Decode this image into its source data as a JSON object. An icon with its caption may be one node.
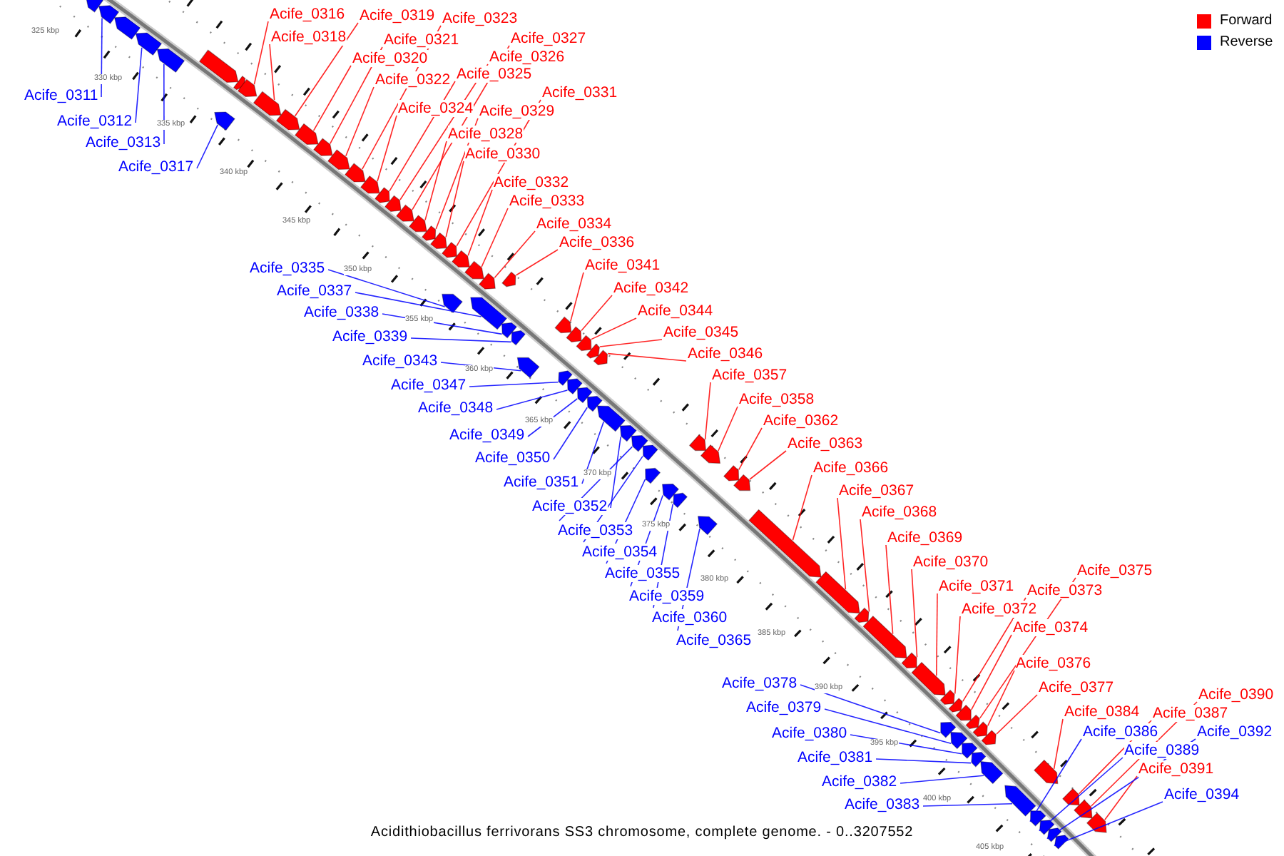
{
  "diagram": {
    "caption": "Acidithiobacillus ferrivorans SS3 chromosome, complete genome. - 0..3207552",
    "nodes": [
      {
        "text": [
          "Acife_0311"
        ]
      },
      {
        "text": [
          "Acife_0312"
        ]
      },
      {
        "text": [
          "Acife_0313"
        ]
      },
      {
        "text": [
          "Acife_0316"
        ]
      },
      {
        "text": [
          "Acife_0317"
        ]
      },
      {
        "text": [
          "Acife_0318"
        ]
      },
      {
        "text": [
          "Acife_0319"
        ]
      },
      {
        "text": [
          "Acife_0320"
        ]
      },
      {
        "text": [
          "Acife_0321"
        ]
      },
      {
        "text": [
          "Acife_0322"
        ]
      },
      {
        "text": [
          "Acife_0323"
        ]
      },
      {
        "text": [
          "Acife_0324"
        ]
      },
      {
        "text": [
          "Acife_0325"
        ]
      },
      {
        "text": [
          "Acife_0326"
        ]
      },
      {
        "text": [
          "Acife_0327"
        ]
      },
      {
        "text": [
          "Acife_0328"
        ]
      },
      {
        "text": [
          "Acife_0329"
        ]
      },
      {
        "text": [
          "Acife_0330"
        ]
      },
      {
        "text": [
          "Acife_0331"
        ]
      },
      {
        "text": [
          "Acife_0332"
        ]
      },
      {
        "text": [
          "Acife_0333"
        ]
      },
      {
        "text": [
          "Acife_0334"
        ]
      },
      {
        "text": [
          "Acife_0335"
        ]
      },
      {
        "text": [
          "Acife_0336"
        ]
      },
      {
        "text": [
          "Acife_0337"
        ]
      },
      {
        "text": [
          "Acife_0338"
        ]
      },
      {
        "text": [
          "Acife_0339"
        ]
      },
      {
        "text": [
          "Acife_0341"
        ]
      },
      {
        "text": [
          "Acife_0342"
        ]
      },
      {
        "text": [
          "Acife_0343"
        ]
      },
      {
        "text": [
          "Acife_0344"
        ]
      },
      {
        "text": [
          "Acife_0345"
        ]
      },
      {
        "text": [
          "Acife_0346"
        ]
      },
      {
        "text": [
          "Acife_0347"
        ]
      },
      {
        "text": [
          "Acife_0348"
        ]
      },
      {
        "text": [
          "Acife_0349"
        ]
      },
      {
        "text": [
          "Acife_0350"
        ]
      },
      {
        "text": [
          "Acife_0351"
        ]
      },
      {
        "text": [
          "Acife_0352"
        ]
      },
      {
        "text": [
          "Acife_0353"
        ]
      },
      {
        "text": [
          "Acife_0354"
        ]
      },
      {
        "text": [
          "Acife_0355"
        ]
      },
      {
        "text": [
          "Acife_0357"
        ]
      },
      {
        "text": [
          "Acife_0358"
        ]
      },
      {
        "text": [
          "Acife_0359"
        ]
      },
      {
        "text": [
          "Acife_0360"
        ]
      },
      {
        "text": [
          "Acife_0362"
        ]
      },
      {
        "text": [
          "Acife_0363"
        ]
      },
      {
        "text": [
          "Acife_0365"
        ]
      },
      {
        "text": [
          "Acife_0366"
        ]
      },
      {
        "text": [
          "Acife_0367"
        ]
      },
      {
        "text": [
          "Acife_0368"
        ]
      },
      {
        "text": [
          "Acife_0369"
        ]
      },
      {
        "text": [
          "Acife_0370"
        ]
      },
      {
        "text": [
          "Acife_0371"
        ]
      },
      {
        "text": [
          "Acife_0372"
        ]
      },
      {
        "text": [
          "Acife_0373"
        ]
      },
      {
        "text": [
          "Acife_0374"
        ]
      },
      {
        "text": [
          "Acife_0375"
        ]
      },
      {
        "text": [
          "Acife_0376"
        ]
      },
      {
        "text": [
          "Acife_0377"
        ]
      },
      {
        "text": [
          "Acife_0378"
        ]
      },
      {
        "text": [
          "Acife_0379"
        ]
      },
      {
        "text": [
          "Acife_0380"
        ]
      },
      {
        "text": [
          "Acife_0381"
        ]
      },
      {
        "text": [
          "Acife_0382"
        ]
      },
      {
        "text": [
          "Acife_0383"
        ]
      },
      {
        "text": [
          "Acife_0384"
        ]
      },
      {
        "text": [
          "Acife_0386"
        ]
      },
      {
        "text": [
          "Acife_0387"
        ]
      },
      {
        "text": [
          "Acife_0389"
        ]
      },
      {
        "text": [
          "Acife_0390"
        ]
      },
      {
        "text": [
          "Acife_0391"
        ]
      },
      {
        "text": [
          "Acife_0392"
        ]
      },
      {
        "text": [
          "Acife_0394"
        ]
      },
      {
        "text": [],
        "shape": "arrow"
      },
      {
        "text": [],
        "shape": "arrow"
      },
      {
        "text": [],
        "shape": "arrow"
      },
      {
        "text": [],
        "shape": "arrow"
      },
      {
        "text": [],
        "shape": "arrow"
      },
      {
        "text": [],
        "shape": "arrow"
      },
      {
        "text": [],
        "shape": "arrow"
      },
      {
        "text": [],
        "shape": "arrow"
      },
      {
        "text": [],
        "shape": "arrow"
      },
      {
        "text": [],
        "shape": "arrow"
      },
      {
        "text": [],
        "shape": "arrow"
      },
      {
        "text": [],
        "shape": "arrow"
      },
      {
        "text": [],
        "shape": "arrow"
      },
      {
        "text": [],
        "shape": "arrow"
      },
      {
        "text": [],
        "shape": "arrow"
      },
      {
        "text": [],
        "shape": "arrow"
      },
      {
        "text": [],
        "shape": "arrow"
      },
      {
        "text": [],
        "shape": "arrow"
      },
      {
        "text": [],
        "shape": "arrow"
      },
      {
        "text": [],
        "shape": "arrow"
      },
      {
        "text": [],
        "shape": "arrow"
      },
      {
        "text": [],
        "shape": "arrow"
      },
      {
        "text": [],
        "shape": "arrow"
      },
      {
        "text": [],
        "shape": "arrow"
      },
      {
        "text": [],
        "shape": "arrow"
      },
      {
        "text": [],
        "shape": "arrow"
      },
      {
        "text": [],
        "shape": "arrow"
      },
      {
        "text": [],
        "shape": "arrow"
      },
      {
        "text": [],
        "shape": "arrow"
      },
      {
        "text": [],
        "shape": "arrow"
      },
      {
        "text": [],
        "shape": "arrow"
      },
      {
        "text": [],
        "shape": "arrow"
      },
      {
        "text": [],
        "shape": "arrow"
      },
      {
        "text": [],
        "shape": "arrow"
      },
      {
        "text": [],
        "shape": "arrow"
      },
      {
        "text": [],
        "shape": "arrow"
      },
      {
        "text": [],
        "shape": "arrow"
      },
      {
        "text": [],
        "shape": "arrow"
      },
      {
        "text": [],
        "shape": "arrow"
      },
      {
        "text": [],
        "shape": "arrow"
      },
      {
        "text": [],
        "shape": "arrow"
      },
      {
        "text": [],
        "shape": "arrow"
      },
      {
        "text": [],
        "shape": "arrow"
      },
      {
        "text": [],
        "shape": "arrow"
      },
      {
        "text": [],
        "shape": "arrow"
      },
      {
        "text": [],
        "shape": "arrow"
      },
      {
        "text": [],
        "shape": "arrow"
      },
      {
        "text": [],
        "shape": "arrow"
      },
      {
        "text": [],
        "shape": "arrow"
      },
      {
        "text": [],
        "shape": "arrow"
      },
      {
        "text": [],
        "shape": "arrow"
      },
      {
        "text": [],
        "shape": "arrow"
      },
      {
        "text": [],
        "shape": "arrow"
      },
      {
        "text": [],
        "shape": "arrow"
      },
      {
        "text": [],
        "shape": "arrow"
      },
      {
        "text": [],
        "shape": "arrow"
      },
      {
        "text": [],
        "shape": "arrow"
      },
      {
        "text": [],
        "shape": "arrow"
      },
      {
        "text": [],
        "shape": "arrow"
      },
      {
        "text": [],
        "shape": "arrow"
      },
      {
        "text": [],
        "shape": "arrow"
      },
      {
        "text": [],
        "shape": "arrow"
      },
      {
        "text": [],
        "shape": "arrow"
      },
      {
        "text": [],
        "shape": "arrow"
      },
      {
        "text": [],
        "shape": "arrow"
      },
      {
        "text": [],
        "shape": "arrow"
      },
      {
        "text": [],
        "shape": "arrow"
      },
      {
        "text": [],
        "shape": "arrow"
      },
      {
        "text": [],
        "shape": "arrow"
      },
      {
        "text": [],
        "shape": "arrow"
      },
      {
        "text": [],
        "shape": "arrow"
      },
      {
        "text": [],
        "shape": "arrow"
      },
      {
        "text": [],
        "shape": "arrow"
      },
      {
        "text": [],
        "shape": "arrow"
      },
      {
        "text": [],
        "shape": "arrow"
      },
      {
        "text": [],
        "shape": "arrow"
      },
      {
        "text": [],
        "shape": "arrow"
      },
      {
        "text": [],
        "shape": "arrow"
      },
      {
        "text": [],
        "shape": "arrow"
      }
    ],
    "edges": [
      {
        "from": 0,
        "to": 76,
        "arrow": "none",
        "color": "#0000ff"
      },
      {
        "from": 1,
        "to": 78,
        "arrow": "none",
        "color": "#0000ff"
      },
      {
        "from": 2,
        "to": 79,
        "arrow": "none",
        "color": "#0000ff"
      },
      {
        "from": 3,
        "to": 83,
        "arrow": "none"
      },
      {
        "from": 4,
        "to": 82,
        "arrow": "none",
        "color": "#0000ff"
      },
      {
        "from": 5,
        "to": 84,
        "arrow": "none"
      },
      {
        "from": 6,
        "to": 85,
        "arrow": "none"
      },
      {
        "from": 7,
        "to": 86,
        "arrow": "none"
      },
      {
        "from": 8,
        "to": 87,
        "arrow": "none"
      },
      {
        "from": 9,
        "to": 88,
        "arrow": "none"
      },
      {
        "from": 10,
        "to": 89,
        "arrow": "none"
      },
      {
        "from": 11,
        "to": 90,
        "arrow": "none"
      },
      {
        "from": 12,
        "to": 91,
        "arrow": "none"
      },
      {
        "from": 13,
        "to": 92,
        "arrow": "none"
      },
      {
        "from": 14,
        "to": 93,
        "arrow": "none"
      },
      {
        "from": 15,
        "to": 94,
        "arrow": "none"
      },
      {
        "from": 16,
        "to": 95,
        "arrow": "none"
      },
      {
        "from": 17,
        "to": 96,
        "arrow": "none"
      },
      {
        "from": 18,
        "to": 97,
        "arrow": "none"
      },
      {
        "from": 19,
        "to": 98,
        "arrow": "none"
      },
      {
        "from": 20,
        "to": 100,
        "arrow": "none"
      },
      {
        "from": 21,
        "to": 101,
        "arrow": "none"
      },
      {
        "from": 22,
        "to": 99,
        "arrow": "none",
        "color": "#0000ff"
      },
      {
        "from": 23,
        "to": 103,
        "arrow": "none"
      },
      {
        "from": 24,
        "to": 102,
        "arrow": "none",
        "color": "#0000ff"
      },
      {
        "from": 25,
        "to": 104,
        "arrow": "none",
        "color": "#0000ff"
      },
      {
        "from": 26,
        "to": 105,
        "arrow": "none",
        "color": "#0000ff"
      },
      {
        "from": 27,
        "to": 107,
        "arrow": "none"
      },
      {
        "from": 28,
        "to": 108,
        "arrow": "none"
      },
      {
        "from": 29,
        "to": 106,
        "arrow": "none",
        "color": "#0000ff"
      },
      {
        "from": 30,
        "to": 109,
        "arrow": "none"
      },
      {
        "from": 31,
        "to": 111,
        "arrow": "none"
      },
      {
        "from": 32,
        "to": 113,
        "arrow": "none"
      },
      {
        "from": 33,
        "to": 110,
        "arrow": "none",
        "color": "#0000ff"
      },
      {
        "from": 34,
        "to": 112,
        "arrow": "none",
        "color": "#0000ff"
      },
      {
        "from": 35,
        "to": 114,
        "arrow": "none",
        "color": "#0000ff"
      },
      {
        "from": 36,
        "to": 115,
        "arrow": "none",
        "color": "#0000ff"
      },
      {
        "from": 37,
        "to": 116,
        "arrow": "none",
        "color": "#0000ff"
      },
      {
        "from": 38,
        "to": 117,
        "arrow": "none",
        "color": "#0000ff"
      },
      {
        "from": 39,
        "to": 118,
        "arrow": "none",
        "color": "#0000ff"
      },
      {
        "from": 40,
        "to": 119,
        "arrow": "none",
        "color": "#0000ff"
      },
      {
        "from": 41,
        "to": 120,
        "arrow": "none",
        "color": "#0000ff"
      },
      {
        "from": 42,
        "to": 121,
        "arrow": "none"
      },
      {
        "from": 43,
        "to": 123,
        "arrow": "none"
      },
      {
        "from": 44,
        "to": 122,
        "arrow": "none",
        "color": "#0000ff"
      },
      {
        "from": 45,
        "to": 124,
        "arrow": "none",
        "color": "#0000ff"
      },
      {
        "from": 46,
        "to": 125,
        "arrow": "none"
      },
      {
        "from": 47,
        "to": 127,
        "arrow": "none"
      },
      {
        "from": 48,
        "to": 126,
        "arrow": "none",
        "color": "#0000ff"
      },
      {
        "from": 49,
        "to": 128,
        "arrow": "none"
      },
      {
        "from": 50,
        "to": 129,
        "arrow": "none"
      },
      {
        "from": 51,
        "to": 130,
        "arrow": "none"
      },
      {
        "from": 52,
        "to": 131,
        "arrow": "none"
      },
      {
        "from": 53,
        "to": 132,
        "arrow": "none"
      },
      {
        "from": 54,
        "to": 133,
        "arrow": "none"
      },
      {
        "from": 55,
        "to": 134,
        "arrow": "none"
      },
      {
        "from": 56,
        "to": 135,
        "arrow": "none"
      },
      {
        "from": 57,
        "to": 137,
        "arrow": "none"
      },
      {
        "from": 58,
        "to": 139,
        "arrow": "none"
      },
      {
        "from": 59,
        "to": 140,
        "arrow": "none"
      },
      {
        "from": 60,
        "to": 142,
        "arrow": "none"
      },
      {
        "from": 61,
        "to": 136,
        "arrow": "none",
        "color": "#0000ff"
      },
      {
        "from": 62,
        "to": 138,
        "arrow": "none",
        "color": "#0000ff"
      },
      {
        "from": 63,
        "to": 141,
        "arrow": "none",
        "color": "#0000ff"
      },
      {
        "from": 64,
        "to": 143,
        "arrow": "none",
        "color": "#0000ff"
      },
      {
        "from": 65,
        "to": 144,
        "arrow": "none",
        "color": "#0000ff"
      },
      {
        "from": 66,
        "to": 145,
        "arrow": "none",
        "color": "#0000ff"
      },
      {
        "from": 67,
        "to": 146,
        "arrow": "none"
      },
      {
        "from": 68,
        "to": 147,
        "arrow": "none",
        "color": "#0000ff"
      },
      {
        "from": 69,
        "to": 148,
        "arrow": "none"
      },
      {
        "from": 70,
        "to": 150,
        "arrow": "none",
        "color": "#0000ff"
      },
      {
        "from": 71,
        "to": 149,
        "arrow": "none"
      },
      {
        "from": 72,
        "to": 151,
        "arrow": "none"
      },
      {
        "from": 73,
        "to": 152,
        "arrow": "none",
        "color": "#0000ff"
      },
      {
        "from": 74,
        "to": 153,
        "arrow": "none",
        "color": "#0000ff"
      }
    ],
    "labels": [
      "325 kbp",
      "330 kbp",
      "335 kbp",
      "340 kbp",
      "345 kbp",
      "350 kbp",
      "355 kbp",
      "360 kbp",
      "365 kbp",
      "370 kbp",
      "375 kbp",
      "380 kbp",
      "385 kbp",
      "390 kbp",
      "395 kbp",
      "400 kbp",
      "405 kbp"
    ],
    "legend": [
      {
        "text": "Forward",
        "color": "#ff0000"
      },
      {
        "text": "Reverse",
        "color": "#0000ff"
      }
    ]
  }
}
